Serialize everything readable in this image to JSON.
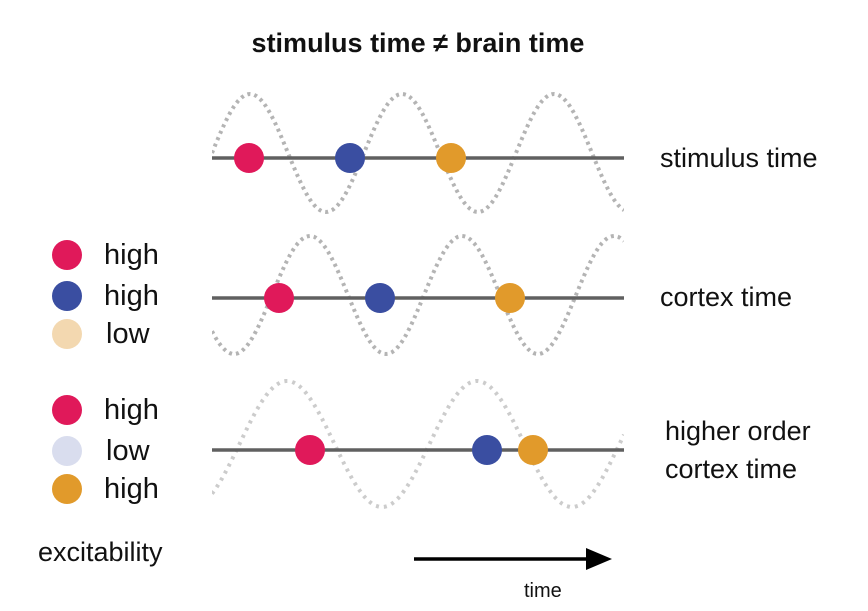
{
  "title": "stimulus time ≠ brain time",
  "colors": {
    "crimson": "#e0195a",
    "blue": "#3a4ea1",
    "orange": "#e19a2b",
    "peach_low": "#f3d8b0",
    "lavender_low": "#d9ddee",
    "axis_line": "#606060",
    "wave": "#b4b4b4"
  },
  "rows": [
    {
      "label_lines": [
        "stimulus time"
      ],
      "wave_style": "fast-dotted",
      "events": [
        {
          "color": "crimson"
        },
        {
          "color": "blue"
        },
        {
          "color": "orange"
        }
      ]
    },
    {
      "label_lines": [
        "cortex time"
      ],
      "wave_style": "fast-dotted-shifted",
      "legend": [
        {
          "color": "crimson",
          "level": "high"
        },
        {
          "color": "blue",
          "level": "high"
        },
        {
          "color": "peach_low",
          "level": "low"
        }
      ],
      "events": [
        {
          "color": "crimson"
        },
        {
          "color": "blue"
        },
        {
          "color": "orange"
        }
      ]
    },
    {
      "label_lines": [
        "higher order",
        "cortex time"
      ],
      "wave_style": "slow-dotted",
      "legend": [
        {
          "color": "crimson",
          "level": "high"
        },
        {
          "color": "lavender_low",
          "level": "low"
        },
        {
          "color": "orange",
          "level": "high"
        }
      ],
      "events": [
        {
          "color": "crimson"
        },
        {
          "color": "blue"
        },
        {
          "color": "orange"
        }
      ]
    }
  ],
  "legend_caption": "excitability",
  "time_axis": {
    "label": "time",
    "direction": "right-arrow"
  }
}
